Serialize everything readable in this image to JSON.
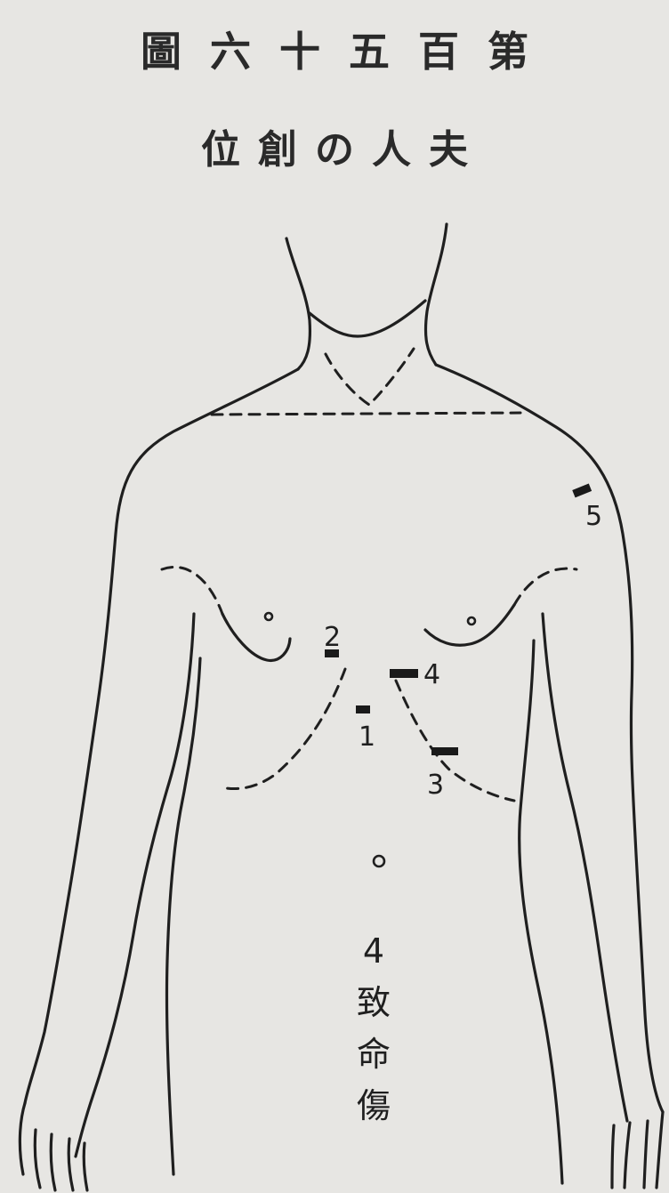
{
  "title": {
    "line1": "圖六十五百第",
    "line2": "位創の人夫"
  },
  "wounds": [
    {
      "id": "1",
      "label": "1"
    },
    {
      "id": "2",
      "label": "2"
    },
    {
      "id": "3",
      "label": "3"
    },
    {
      "id": "4",
      "label": "4"
    },
    {
      "id": "5",
      "label": "5"
    }
  ],
  "caption": {
    "number": "4",
    "chars": [
      "致",
      "命",
      "傷"
    ]
  }
}
